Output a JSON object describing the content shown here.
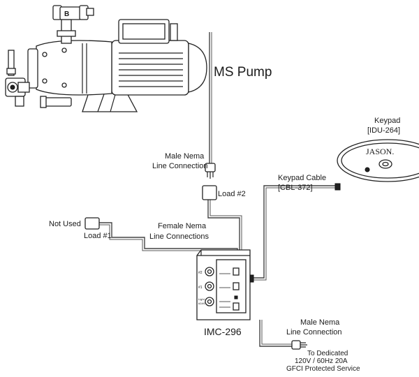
{
  "labels": {
    "pump": "MS Pump",
    "keypad_title": "Keypad",
    "keypad_model": "[IDU-264]",
    "keypad_brand": "JASON.",
    "male_nema_top_1": "Male Nema",
    "male_nema_top_2": "Line Connection",
    "load2": "Load #2",
    "keypad_cable_1": "Keypad Cable",
    "keypad_cable_2": "[CBL-372]",
    "not_used": "Not Used",
    "load1": "Load #1",
    "female_nema_1": "Female Nema",
    "female_nema_2": "Line Connections",
    "controller": "IMC-296",
    "male_nema_bottom_1": "Male Nema",
    "male_nema_bottom_2": "Line Connection",
    "dedicated_1": "To Dedicated",
    "dedicated_2": "120V / 60Hz 20A",
    "dedicated_3": "GFCI Protected Service",
    "valve_letter": "B"
  },
  "panel_labels": {
    "row2": "#2",
    "row1": "#1",
    "row_light_a": "Light",
    "row_light_b": "#2/#1"
  }
}
